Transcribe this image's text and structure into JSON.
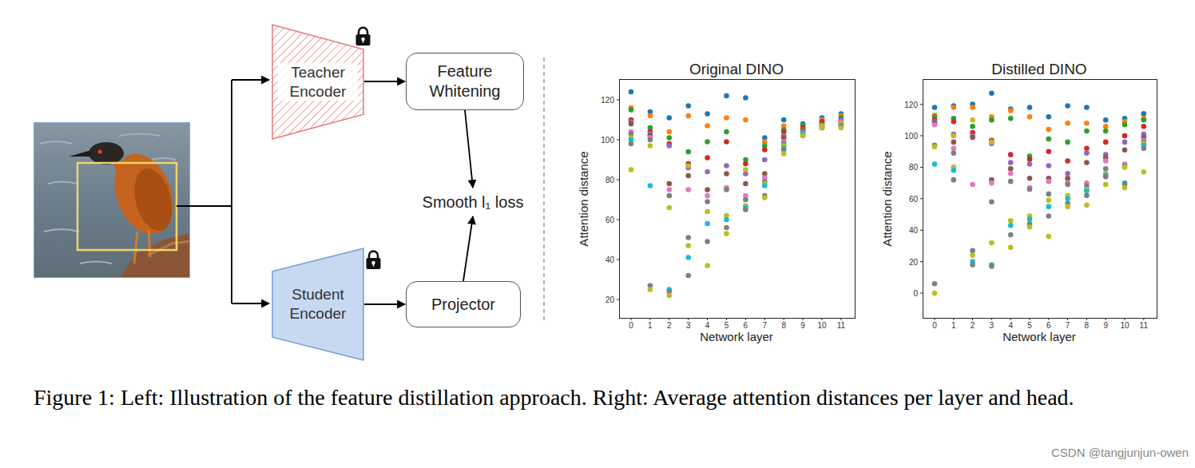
{
  "diagram": {
    "caption": "Figure 1: Left: Illustration of the feature distillation approach. Right: Average attention distances per layer and head.",
    "nodes": [
      {
        "text": [
          "Teacher Encoder"
        ]
      },
      {
        "text": [
          "Feature Whitening"
        ]
      },
      {
        "text": [
          "Smooth l₁ loss"
        ]
      },
      {
        "text": [
          "Student Encoder"
        ]
      },
      {
        "text": [
          "Projector"
        ]
      }
    ],
    "edges": [
      {
        "from": 0,
        "to": 1,
        "arrow": "to"
      },
      {
        "from": 1,
        "to": 2,
        "arrow": "to"
      },
      {
        "from": 3,
        "to": 4,
        "arrow": "to"
      },
      {
        "from": 4,
        "to": 2,
        "arrow": "to"
      }
    ],
    "labels": [
      "Original DINO",
      "120",
      "100",
      "80",
      "60",
      "40",
      "20",
      "0",
      "1",
      "2",
      "3",
      "4",
      "5",
      "6",
      "7",
      "8",
      "9",
      "10",
      "11",
      "Attention distance",
      "Network layer",
      "Distilled DINO",
      "120",
      "100",
      "80",
      "60",
      "40",
      "20",
      "0",
      "0",
      "1",
      "2",
      "3",
      "4",
      "5",
      "6",
      "7",
      "8",
      "9",
      "10",
      "11",
      "Attention distance",
      "Network layer",
      "CSDN @tangjunjun-owen"
    ]
  }
}
